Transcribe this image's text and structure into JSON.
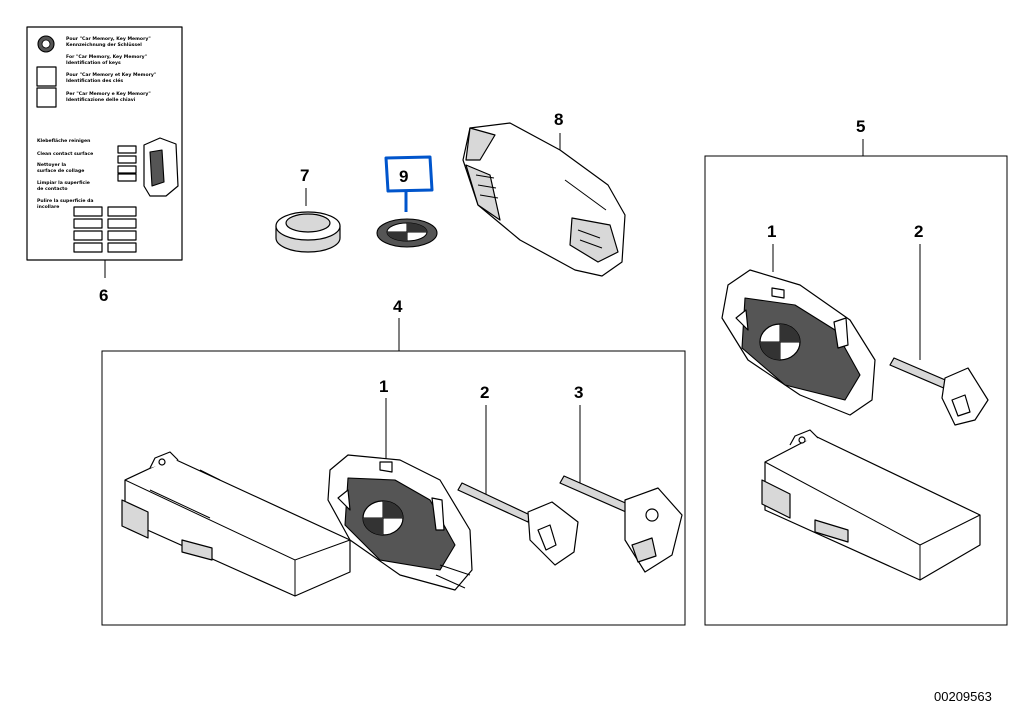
{
  "callouts": {
    "c1a": "1",
    "c1b": "1",
    "c2a": "2",
    "c2b": "2",
    "c3": "3",
    "c4": "4",
    "c5": "5",
    "c6": "6",
    "c7": "7",
    "c8": "8",
    "c9": "9"
  },
  "leaflet": {
    "line1": "Pour \"Car Memory, Key Memory\"",
    "line2": "Kennzeichnung der Schlüssel",
    "line3": "For \"Car Memory, Key Memory\"",
    "line4": "Identification of keys",
    "line5": "Pour \"Car Memory et Key Memory\"",
    "line6": "Identification des clés",
    "line7": "Per \"Car Memory e Key Memory\"",
    "line8": "Identificazione delle chiavi",
    "line9": "Klebefläche reinigen",
    "line10": "Clean contact surface",
    "line11": "Nettoyer la",
    "line12": "surface de collage",
    "line13": "Limpiar la superficie",
    "line14": "de contacto",
    "line15": "Pulire la superficie da",
    "line16": "incollare"
  },
  "diagram_code": "00209563",
  "colors": {
    "highlight": "#0055cc",
    "lines": "#000000"
  }
}
